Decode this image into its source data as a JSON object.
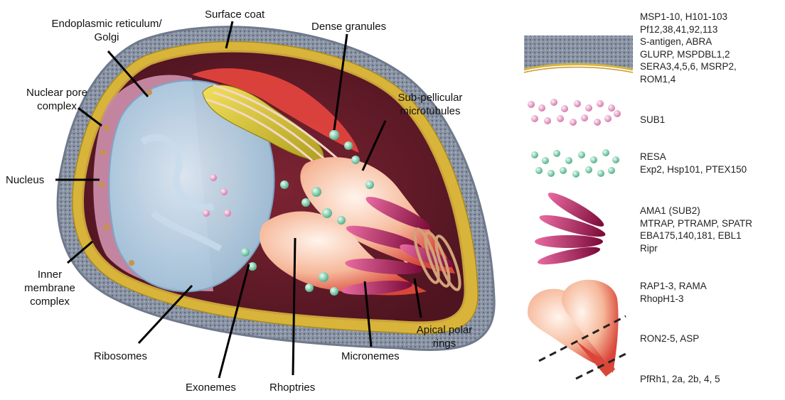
{
  "labels": {
    "surface_coat": "Surface coat",
    "er_golgi": [
      "Endoplasmic reticulum/",
      "Golgi"
    ],
    "dense_granules": "Dense granules",
    "nuclear_pore": [
      "Nuclear pore",
      "complex"
    ],
    "subpellicular": [
      "Sub-pellicular",
      "microtubules"
    ],
    "nucleus": "Nucleus",
    "inner_membrane": [
      "Inner",
      "membrane",
      "complex"
    ],
    "ribosomes": "Ribosomes",
    "exonemes": "Exonemes",
    "rhoptries": "Rhoptries",
    "micronemes": "Micronemes",
    "apical_polar": [
      "Apical polar",
      "rings"
    ]
  },
  "legend": {
    "surface": [
      "MSP1-10, H101-103",
      "Pf12,38,41,92,113",
      "S-antigen, ABRA",
      "GLURP, MSPDBL1,2",
      "SERA3,4,5,6, MSRP2,",
      "ROM1,4"
    ],
    "pink_granules": [
      "SUB1"
    ],
    "green_granules": [
      "RESA",
      "Exp2, Hsp101, PTEX150"
    ],
    "micronemes": [
      "AMA1 (SUB2)",
      "MTRAP, PTRAMP, SPATR",
      "EBA175,140,181, EBL1",
      "Ripr"
    ],
    "rhoptry_bulb": [
      "RAP1-3, RAMA",
      "RhopH1-3"
    ],
    "rhoptry_neck": [
      "RON2-5, ASP"
    ],
    "rhoptry_tip": [
      "PfRh1, 2a, 2b, 4, 5"
    ]
  },
  "colors": {
    "coat": "#8a95a6",
    "membrane": "#d8b43a",
    "cytoplasm": "#6b1a2a",
    "nucleus": "#a9c8e0",
    "er": "#c98aa8",
    "rhoptry": "#f0a080",
    "microneme": "#a8124e",
    "dense_green": "#8fd4b4",
    "dense_pink": "#e7a0c8"
  }
}
